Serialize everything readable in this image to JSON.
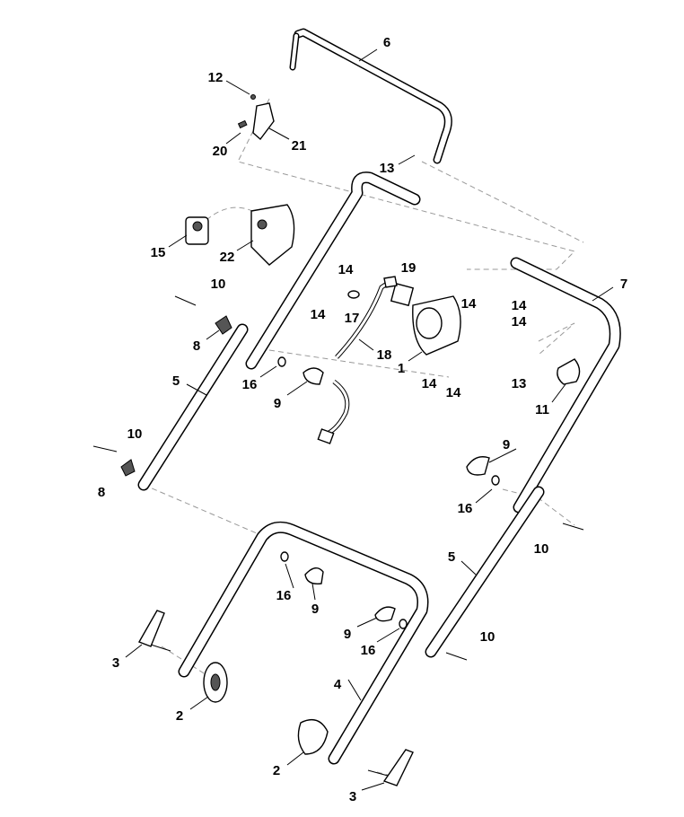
{
  "diagram": {
    "type": "exploded-parts-diagram",
    "callouts": [
      "6",
      "12",
      "20",
      "21",
      "13",
      "15",
      "22",
      "14",
      "19",
      "10",
      "14",
      "17",
      "14",
      "14",
      "14",
      "7",
      "8",
      "18",
      "1",
      "5",
      "16",
      "9",
      "14",
      "14",
      "13",
      "11",
      "10",
      "9",
      "8",
      "16",
      "5",
      "10",
      "16",
      "9",
      "9",
      "16",
      "10",
      "3",
      "4",
      "2",
      "2",
      "3"
    ]
  }
}
